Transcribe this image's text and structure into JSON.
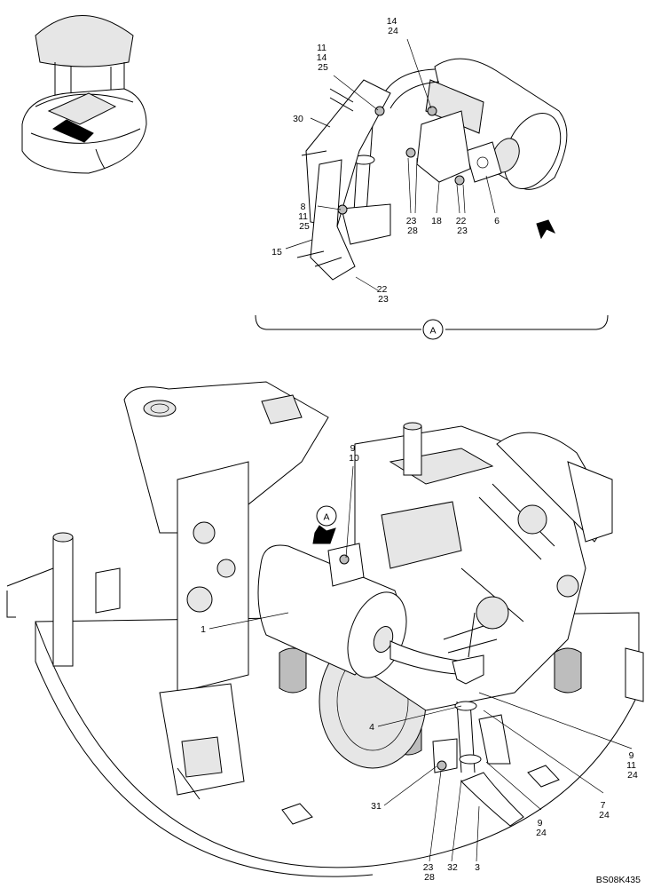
{
  "view_a": {
    "letter": "A",
    "callouts": {
      "c14_24": [
        "14",
        "24"
      ],
      "c11_14_25": [
        "11",
        "14",
        "25"
      ],
      "c30": [
        "30"
      ],
      "c8_11_25": [
        "8",
        "11",
        "25"
      ],
      "c15": [
        "15"
      ],
      "c22_23": [
        "22",
        "23"
      ],
      "c23_28": [
        "23",
        "28"
      ],
      "c18": [
        "18"
      ],
      "c22_23b": [
        "22",
        "23"
      ],
      "c6": [
        "6"
      ]
    }
  },
  "main_view": {
    "view_marker": "A",
    "callouts": {
      "c9_10": [
        "9",
        "10"
      ],
      "c1": [
        "1"
      ],
      "c4": [
        "4"
      ],
      "c9_11_24": [
        "9",
        "11",
        "24"
      ],
      "c7_24": [
        "7",
        "24"
      ],
      "c9_24": [
        "9",
        "24"
      ],
      "c31": [
        "31"
      ],
      "c23_28": [
        "23",
        "28"
      ],
      "c32": [
        "32"
      ],
      "c3": [
        "3"
      ]
    }
  },
  "drawing_code": "BS08K435"
}
